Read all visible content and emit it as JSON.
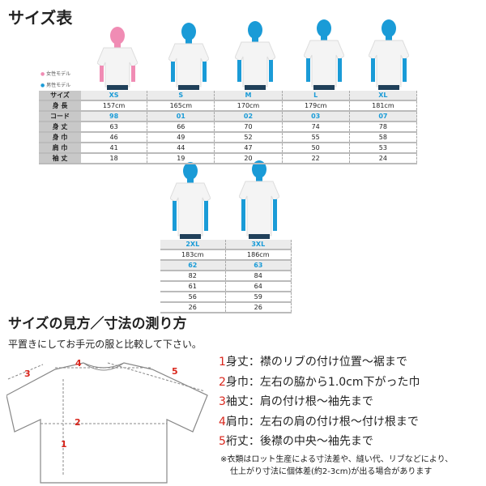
{
  "title": "サイズ表",
  "legend": {
    "female": "女性モデル",
    "male": "男性モデル"
  },
  "row_labels": [
    "サイズ",
    "身 長",
    "コード",
    "身 丈",
    "身 巾",
    "肩 巾",
    "袖 丈"
  ],
  "table1": {
    "sizes": [
      "XS",
      "S",
      "M",
      "L",
      "XL"
    ],
    "rows": [
      [
        "157cm",
        "165cm",
        "170cm",
        "179cm",
        "181cm"
      ],
      [
        "98",
        "01",
        "02",
        "03",
        "07"
      ],
      [
        "63",
        "66",
        "70",
        "74",
        "78"
      ],
      [
        "46",
        "49",
        "52",
        "55",
        "58"
      ],
      [
        "41",
        "44",
        "47",
        "50",
        "53"
      ],
      [
        "18",
        "19",
        "20",
        "22",
        "24"
      ]
    ]
  },
  "table2": {
    "sizes": [
      "2XL",
      "3XL"
    ],
    "rows": [
      [
        "183cm",
        "186cm"
      ],
      [
        "62",
        "63"
      ],
      [
        "82",
        "84"
      ],
      [
        "61",
        "64"
      ],
      [
        "56",
        "59"
      ],
      [
        "26",
        "26"
      ]
    ]
  },
  "section2": {
    "title": "サイズの見方／寸法の測り方",
    "subtitle": "平置きにしてお手元の服と比較して下さい。",
    "items": [
      {
        "n": "1",
        "text": "身丈：襟のリブの付け位置〜裾まで"
      },
      {
        "n": "2",
        "text": "身巾：左右の脇から1.0cm下がった巾"
      },
      {
        "n": "3",
        "text": "袖丈：肩の付け根〜袖先まで"
      },
      {
        "n": "4",
        "text": "肩巾：左右の肩の付け根〜付け根まで"
      },
      {
        "n": "5",
        "text": "裄丈：後襟の中央〜袖先まで"
      }
    ],
    "note1": "※衣類はロット生産による寸法差や、縫い代、リブなどにより、",
    "note2": "仕上がり寸法に個体差(約2-3cm)が出る場合があります"
  },
  "colors": {
    "accent": "#1a9bd7",
    "red": "#d9261c",
    "female": "#f08cb4"
  }
}
